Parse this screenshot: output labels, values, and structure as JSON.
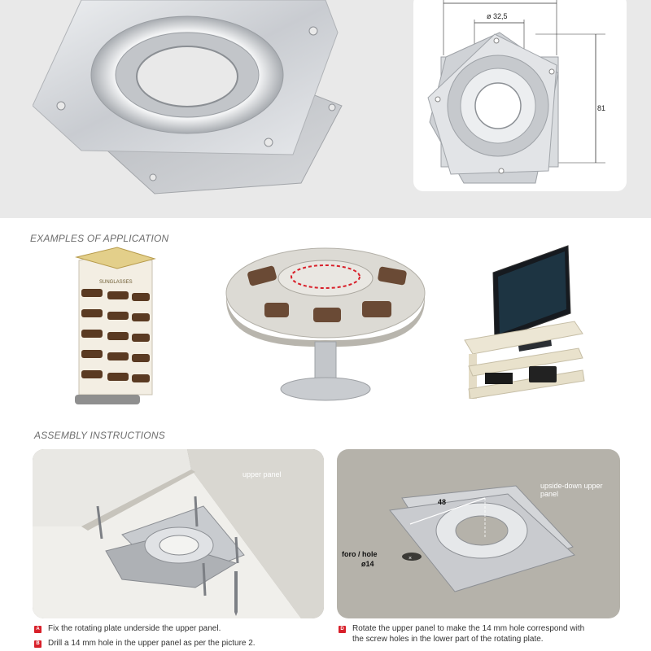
{
  "dimensions": {
    "inner_diameter": "ø 32,5",
    "height": "81"
  },
  "examples": {
    "title": "EXAMPLES OF APPLICATION",
    "display_sign": "SUNGLASSES"
  },
  "assembly": {
    "title": "ASSEMBLY INSTRUCTIONS",
    "left_panel_label": "upper panel",
    "right_panel_label_line1": "upside-down upper",
    "right_panel_label_line2": "panel",
    "offset": "48",
    "hole_label": "foro / hole",
    "hole_diameter": "ø14",
    "steps": [
      {
        "badge": "A",
        "text": "Fix the rotating plate underside the upper panel."
      },
      {
        "badge": "B",
        "text": "Drill a 14 mm hole in the upper panel as per the picture 2."
      },
      {
        "badge": "D",
        "text_line1": "Rotate the upper panel to make the 14 mm hole correspond with",
        "text_line2": "the screw holes in the lower part of the rotating plate."
      }
    ]
  },
  "colors": {
    "accent_red": "#d8202a",
    "band_gray": "#e9e9e9",
    "metal": "#c9ccd0"
  }
}
